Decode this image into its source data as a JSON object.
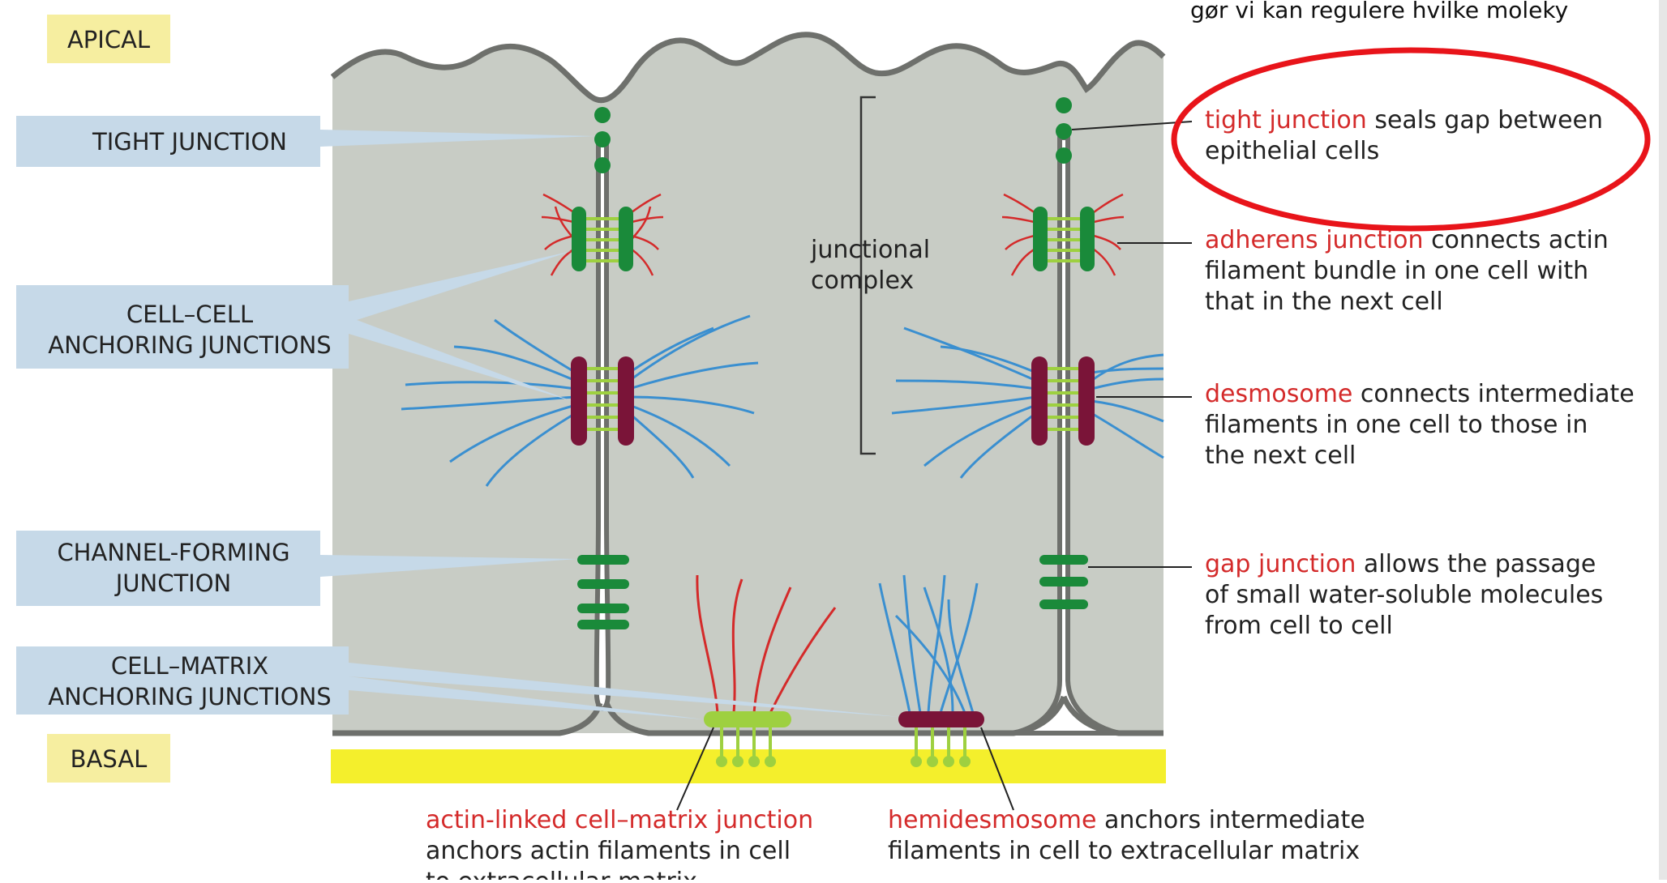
{
  "top_note": "gør vi kan regulere hvilke moleky",
  "region_labels": {
    "apical": "APICAL",
    "basal": "BASAL"
  },
  "left_labels": {
    "tight_junction": [
      "TIGHT JUNCTION"
    ],
    "cell_cell": [
      "CELL–CELL",
      "ANCHORING JUNCTIONS"
    ],
    "channel": [
      "CHANNEL-FORMING",
      "JUNCTION"
    ],
    "cell_matrix": [
      "CELL–MATRIX",
      "ANCHORING JUNCTIONS"
    ]
  },
  "junctional_complex": [
    "junctional",
    "complex"
  ],
  "right_annotations": [
    {
      "term": "tight junction",
      "lines": [
        " seals gap between",
        "epithelial cells"
      ]
    },
    {
      "term": "adherens junction",
      "lines": [
        " connects actin",
        "filament bundle in one cell with",
        "that in the next cell"
      ]
    },
    {
      "term": "desmosome",
      "lines": [
        " connects intermediate",
        "filaments in one cell to those in",
        "the next cell"
      ]
    },
    {
      "term": "gap junction",
      "lines": [
        " allows the passage",
        "of small water-soluble molecules",
        "from cell to cell"
      ]
    }
  ],
  "bottom_annotations": [
    {
      "term": "actin-linked cell–matrix junction",
      "lines": [
        "anchors actin filaments in cell",
        "to extracellular matrix"
      ]
    },
    {
      "term": "hemidesmosome",
      "lines": [
        " anchors intermediate",
        "filaments in cell to extracellular matrix"
      ]
    }
  ],
  "colors": {
    "cell_fill": "#c8ccc5",
    "membrane": "#6e706c",
    "tight": "#1a8a3a",
    "adherens": "#1a8a3a",
    "actin": "#d42a2a",
    "intermediate": "#3a8fd0",
    "desmosome": "#7a1438",
    "linker": "#9ed040",
    "matrix": "#f4ef2c",
    "label_box": "#c6d9e8",
    "region_box": "#f6eea0",
    "term_red": "#d42a2a",
    "highlight_ring": "#e8141a"
  }
}
